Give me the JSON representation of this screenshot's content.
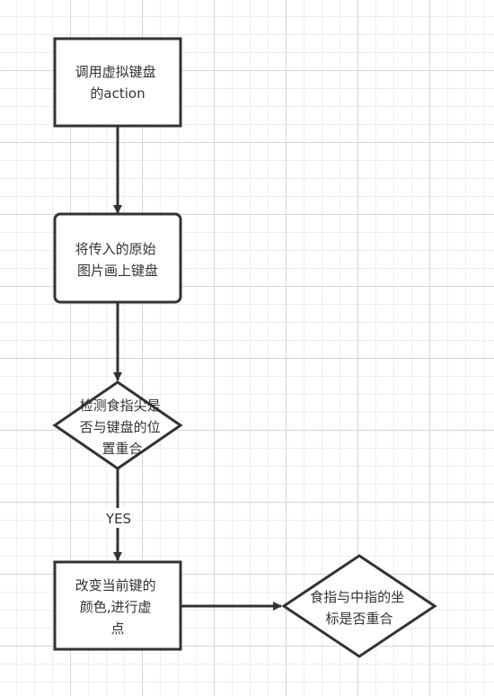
{
  "nodes": [
    {
      "id": "n1",
      "shape": "rect",
      "lines": [
        "调用虚拟键盘",
        "的action"
      ]
    },
    {
      "id": "n2",
      "shape": "rounded-rect",
      "lines": [
        "将传入的原始",
        "图片画上键盘"
      ]
    },
    {
      "id": "n3",
      "shape": "diamond",
      "lines": [
        "检测食指尖是",
        "否与键盘的位",
        "置重合"
      ]
    },
    {
      "id": "n4",
      "shape": "rect",
      "lines": [
        "改变当前键的",
        "颜色,进行虚",
        "点"
      ]
    },
    {
      "id": "n5",
      "shape": "diamond",
      "lines": [
        "食指与中指的坐",
        "标是否重合"
      ]
    }
  ],
  "edges": [
    {
      "from": "n1",
      "to": "n2",
      "label": ""
    },
    {
      "from": "n2",
      "to": "n3",
      "label": ""
    },
    {
      "from": "n3",
      "to": "n4",
      "label": "YES"
    },
    {
      "from": "n4",
      "to": "n5",
      "label": ""
    }
  ],
  "colors": {
    "stroke": "#333333",
    "text": "#333333",
    "fill": "#ffffff"
  }
}
